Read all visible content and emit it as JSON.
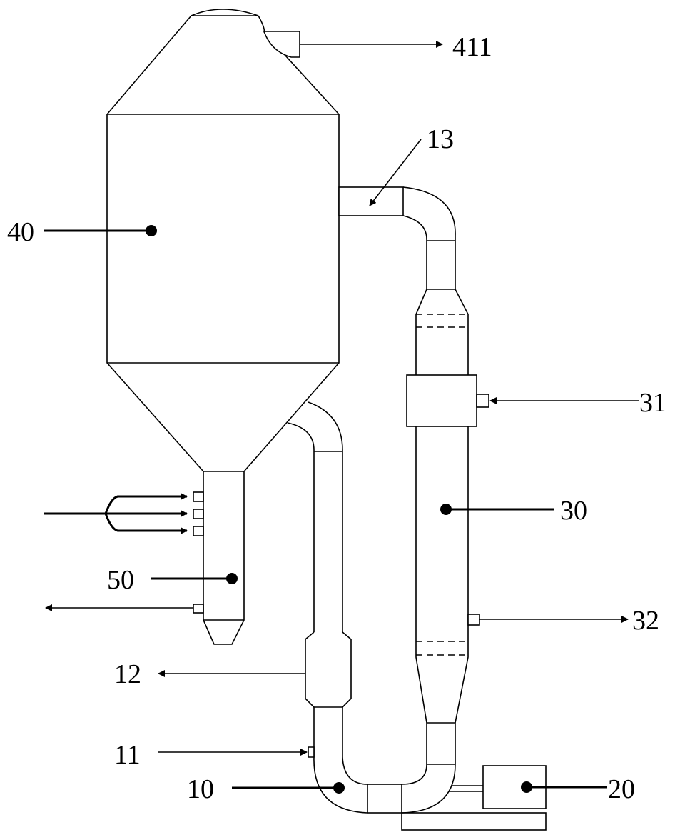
{
  "labels": {
    "l411": "411",
    "l13": "13",
    "l40": "40",
    "l31": "31",
    "l30": "30",
    "l50": "50",
    "l32": "32",
    "l12": "12",
    "l11": "11",
    "l10": "10",
    "l20": "20"
  }
}
